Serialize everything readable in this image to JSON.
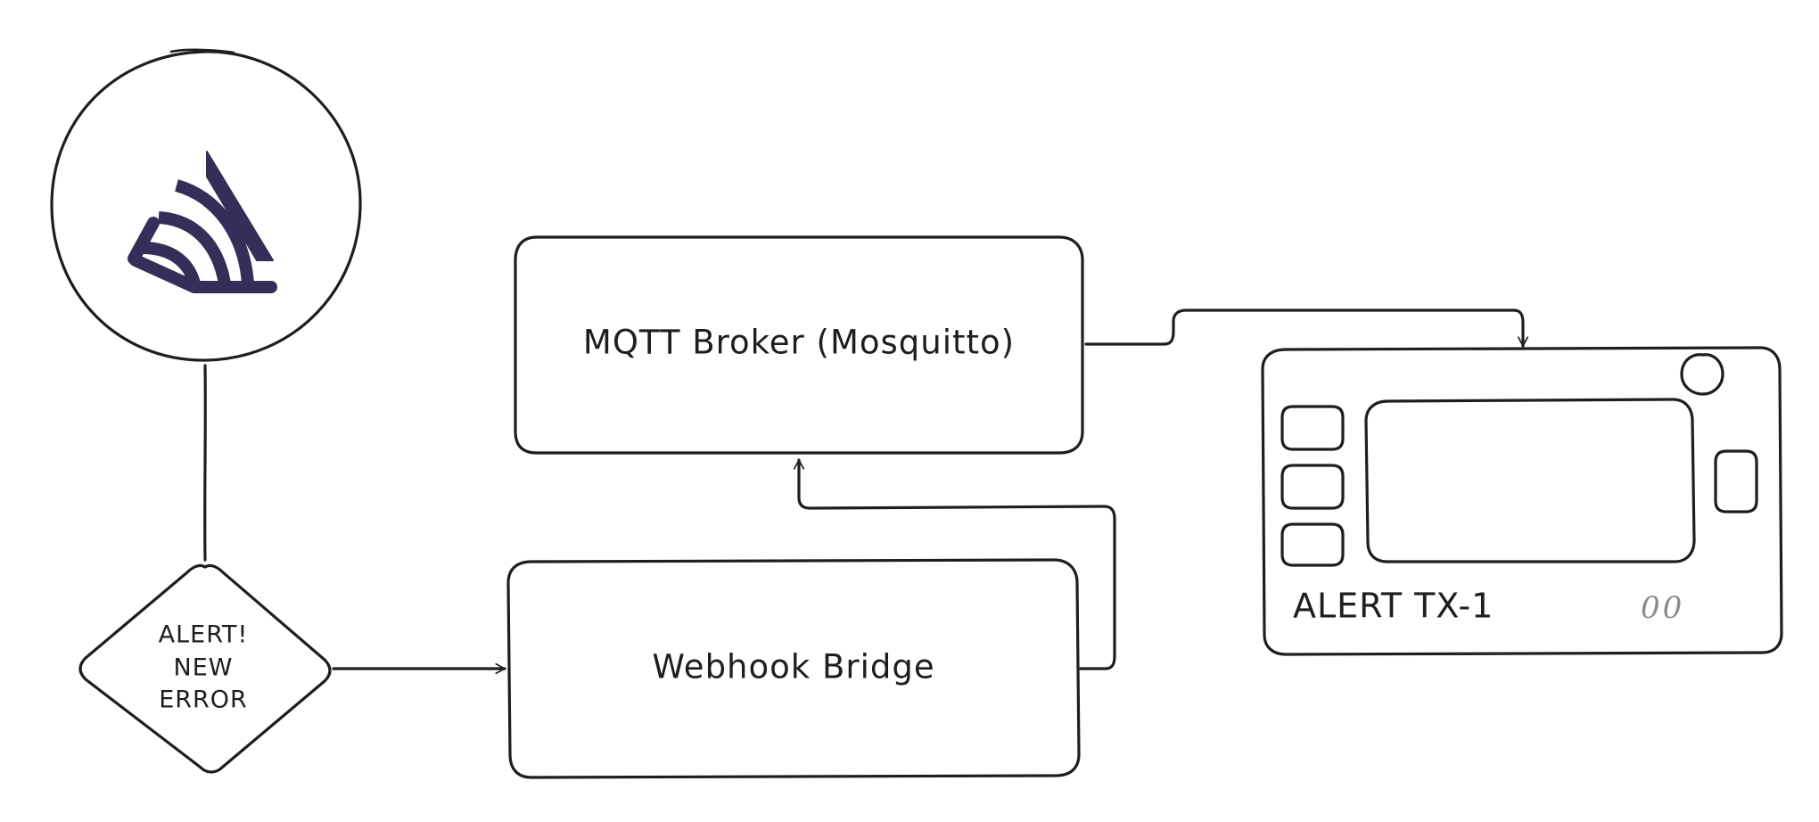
{
  "nodes": {
    "broker": {
      "label": "MQTT Broker (Mosquitto)"
    },
    "bridge": {
      "label": "Webhook Bridge"
    },
    "alert": {
      "lines": [
        "ALERT!",
        "NEW",
        "ERROR"
      ]
    },
    "device": {
      "label": "ALERT TX-1",
      "indicator": "00"
    },
    "source": {
      "icon": "sentry-logo-icon",
      "brand_color": "#362d59"
    }
  },
  "colors": {
    "stroke": "#1e1e1e",
    "background": "#ffffff",
    "brand": "#362d59",
    "faint": "#8a8a8a"
  }
}
